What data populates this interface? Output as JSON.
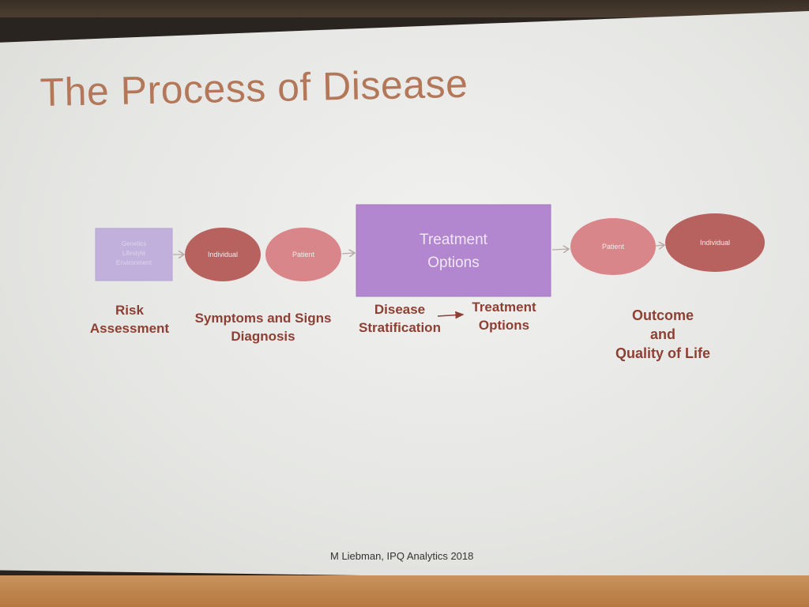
{
  "slide": {
    "title": "The Process of Disease",
    "footer": "M Liebman, IPQ Analytics 2018"
  },
  "shapes": {
    "risk_box": [
      "Genetics",
      "Lifestyle",
      "Environment"
    ],
    "individual_left": "Individual",
    "patient_left": "Patient",
    "treatment_box": [
      "Treatment",
      "Options"
    ],
    "patient_right": "Patient",
    "individual_right": "Individual"
  },
  "captions": {
    "risk": [
      "Risk",
      "Assessment"
    ],
    "symptoms": [
      "Symptoms and Signs",
      "Diagnosis"
    ],
    "disease": [
      "Disease",
      "Stratification"
    ],
    "treatment": [
      "Treatment",
      "Options"
    ],
    "outcome": [
      "Outcome",
      "and",
      "Quality of Life"
    ]
  },
  "colors": {
    "title": "#b3785a",
    "risk_box": "#c1b0dc",
    "dark_ellipse": "#b8625f",
    "light_ellipse": "#d9868a",
    "treatment_box": "#b287cf",
    "caption": "#8e3f33"
  }
}
